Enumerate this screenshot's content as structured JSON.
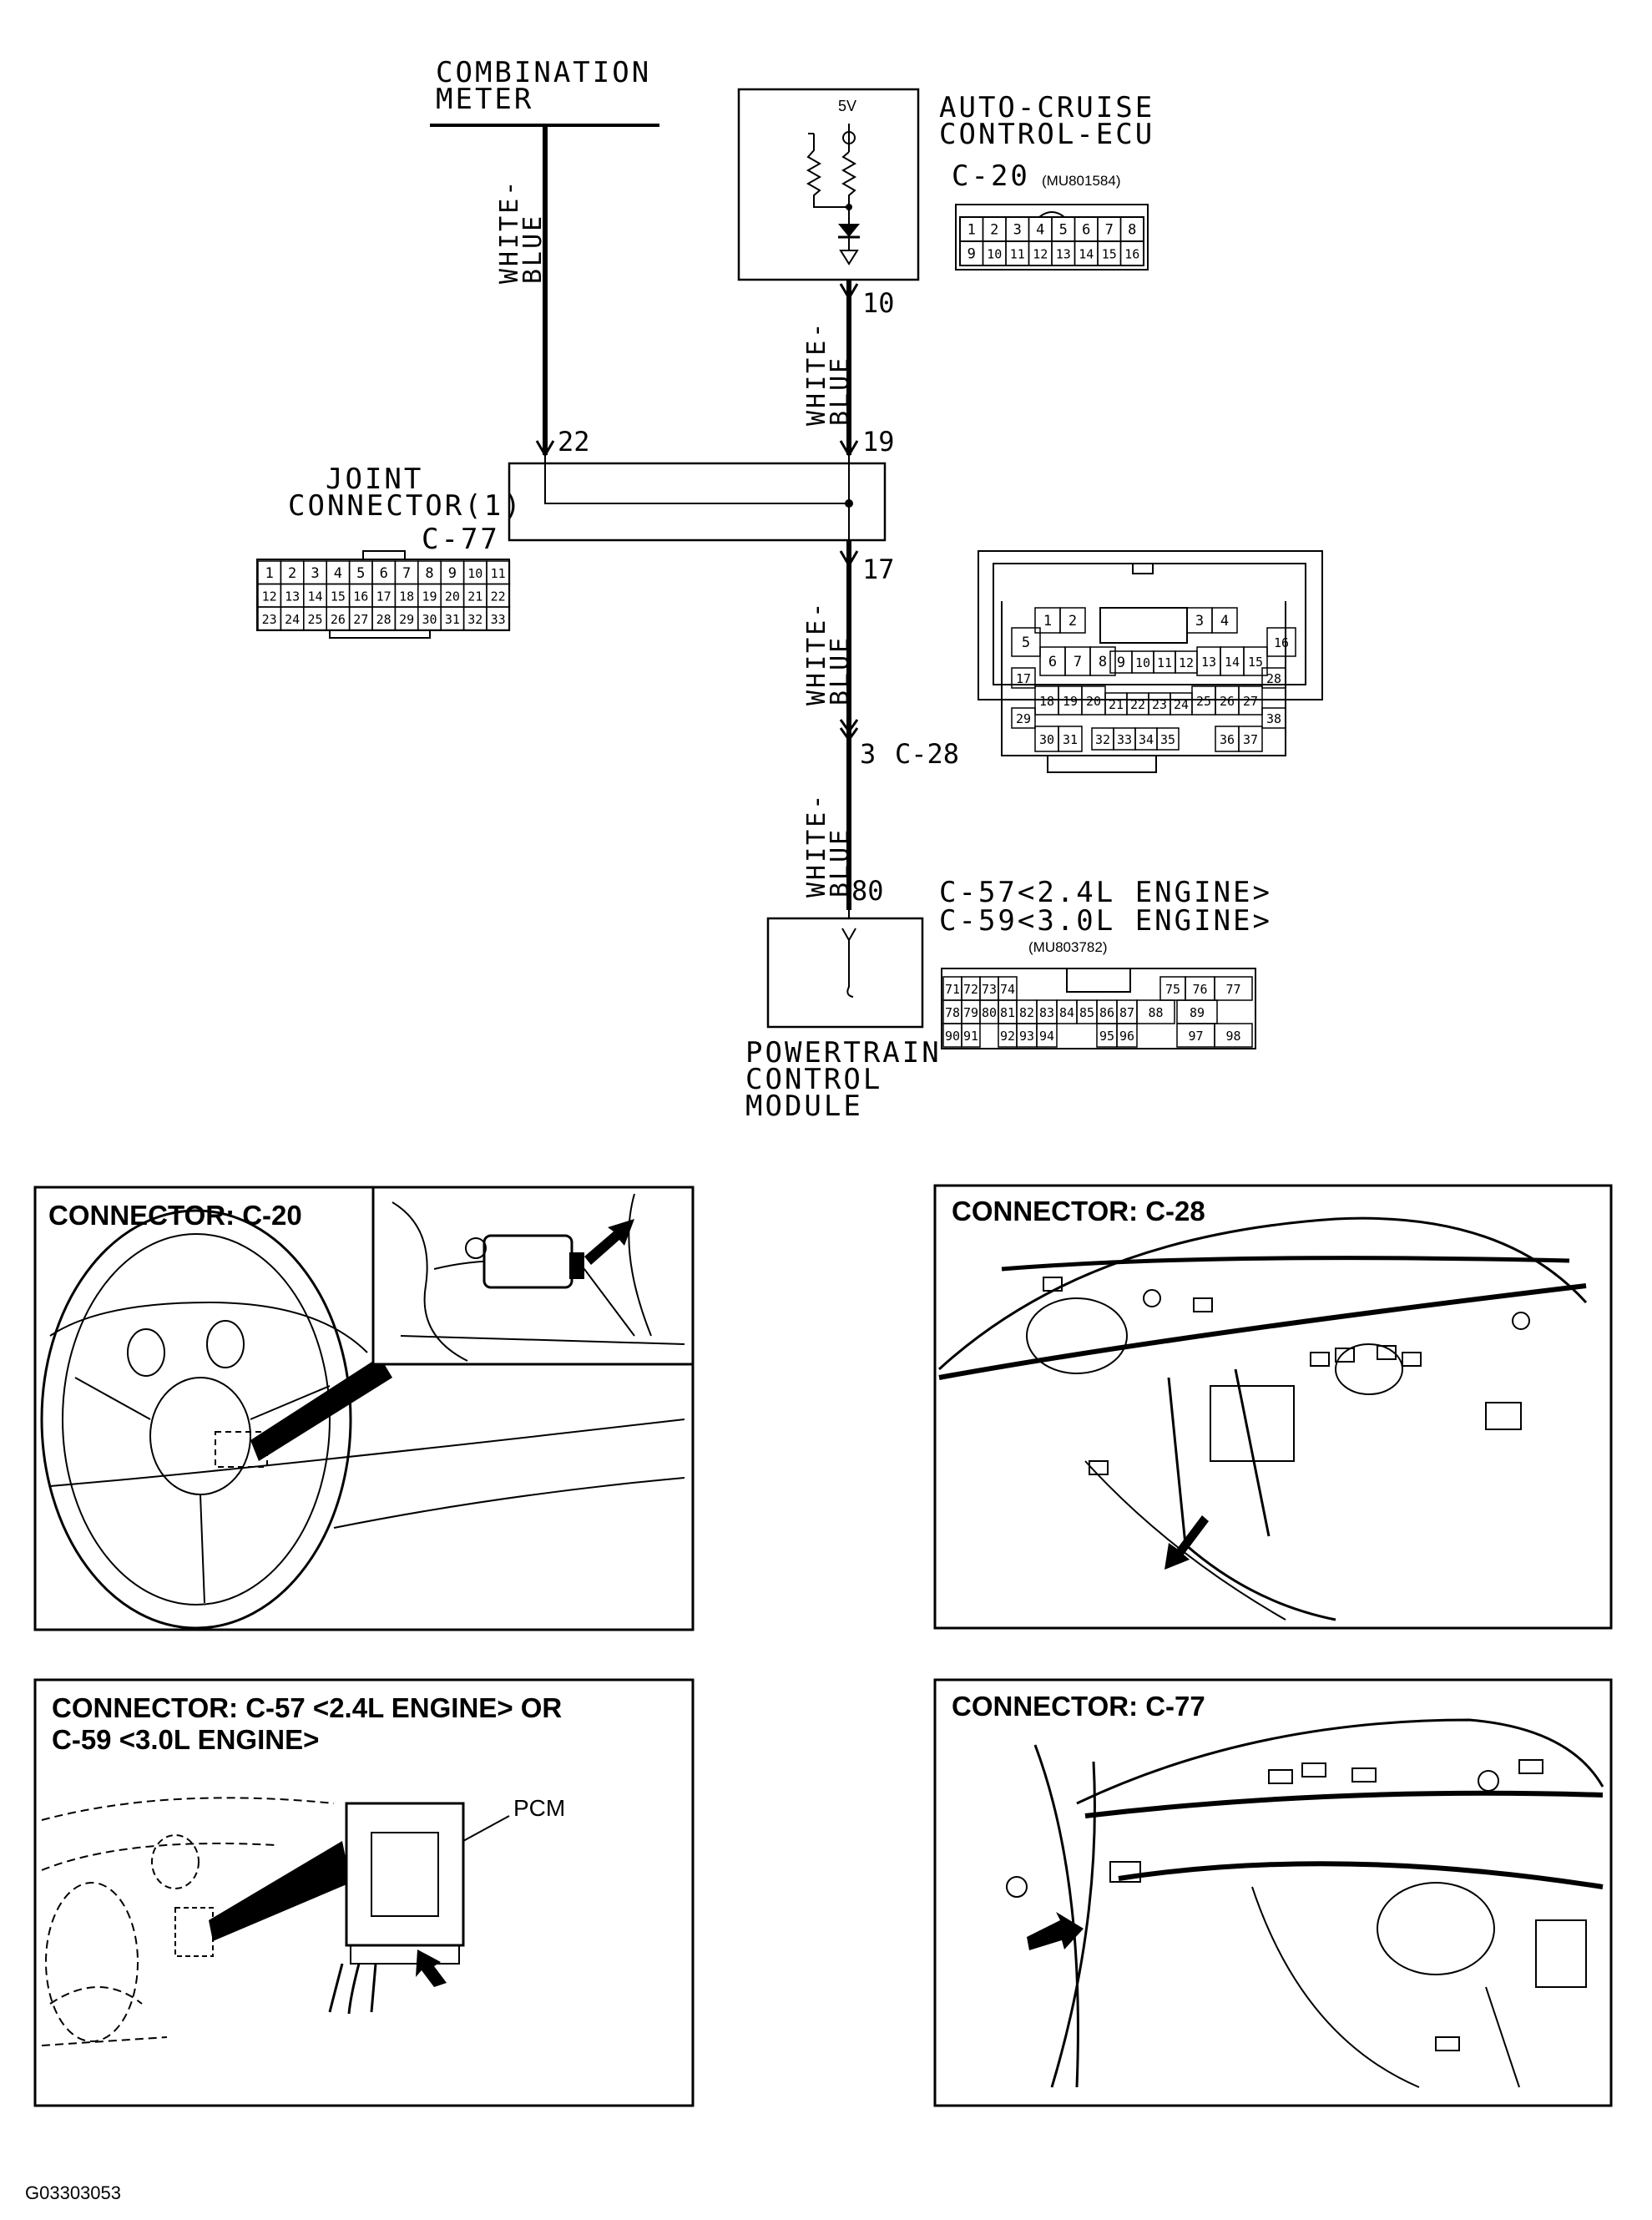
{
  "combination_meter": {
    "line1": "COMBINATION",
    "line2": "METER"
  },
  "ecu": {
    "line1": "AUTO-CRUISE",
    "line2": "CONTROL-ECU",
    "supply": "5V",
    "connector": "C-20",
    "part_no": "(MU801584)",
    "pins_row1": [
      "1",
      "2",
      "3",
      "4",
      "5",
      "6",
      "7",
      "8"
    ],
    "pins_row2": [
      "9",
      "10",
      "11",
      "12",
      "13",
      "14",
      "15",
      "16"
    ]
  },
  "wire_color": {
    "line1": "WHITE-",
    "line2": "BLUE"
  },
  "pin_numbers": {
    "meter": "22",
    "ecu": "10",
    "joint_in": "19",
    "joint_out": "17",
    "c28": "3",
    "c28_name": "C-28",
    "pcm": "80"
  },
  "joint_connector": {
    "line1": "JOINT",
    "line2": "CONNECTOR(1)",
    "connector": "C-77",
    "pins_row1": [
      "1",
      "2",
      "3",
      "4",
      "5",
      "6",
      "7",
      "8",
      "9",
      "10",
      "11"
    ],
    "pins_row2": [
      "12",
      "13",
      "14",
      "15",
      "16",
      "17",
      "18",
      "19",
      "20",
      "21",
      "22"
    ],
    "pins_row3": [
      "23",
      "24",
      "25",
      "26",
      "27",
      "28",
      "29",
      "30",
      "31",
      "32",
      "33"
    ]
  },
  "c28_connector": {
    "pins": [
      "1",
      "2",
      "3",
      "4",
      "5",
      "6",
      "7",
      "8",
      "9",
      "10",
      "11",
      "12",
      "13",
      "14",
      "15",
      "16",
      "17",
      "18",
      "19",
      "20",
      "21",
      "22",
      "23",
      "24",
      "25",
      "26",
      "27",
      "28",
      "29",
      "30",
      "31",
      "32",
      "33",
      "34",
      "35",
      "36",
      "37",
      "38"
    ]
  },
  "pcm": {
    "connector_1": "C-57<2.4L ENGINE>",
    "connector_2": "C-59<3.0L ENGINE>",
    "part_no": "(MU803782)",
    "line1": "POWERTRAIN",
    "line2": "CONTROL",
    "line3": "MODULE",
    "pins_row1": [
      "71",
      "72",
      "73",
      "74",
      "",
      "75",
      "76",
      "77"
    ],
    "pins_row2": [
      "78",
      "79",
      "80",
      "81",
      "82",
      "83",
      "84",
      "85",
      "86",
      "87",
      "88",
      "89"
    ],
    "pins_row3": [
      "90",
      "91",
      "92",
      "93",
      "94",
      "95",
      "96",
      "97",
      "98"
    ]
  },
  "panels": {
    "c20_title": "CONNECTOR: C-20",
    "c28_title": "CONNECTOR: C-28",
    "c57_title_1": "CONNECTOR: C-57 <2.4L ENGINE> OR",
    "c57_title_2": "C-59 <3.0L ENGINE>",
    "pcm_label": "PCM",
    "c77_title": "CONNECTOR: C-77"
  },
  "figure_id": "G03303053"
}
